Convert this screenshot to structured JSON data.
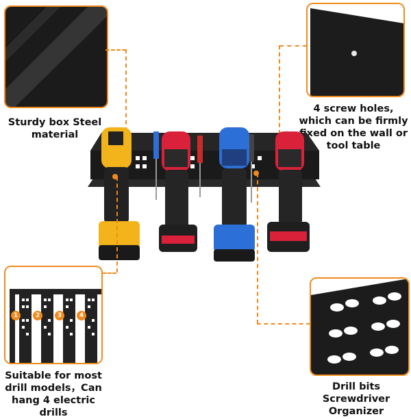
{
  "features": [
    {
      "caption": "Sturdy box Steel material",
      "icon": "steel-texture"
    },
    {
      "caption": "4 screw holes, which can be firmly fixed on the wall or tool table",
      "icon": "screw-hole"
    },
    {
      "caption": "Suitable for most drill models，Can hang 4 electric drills",
      "icon": "slot-panel"
    },
    {
      "caption": "Drill bits Screwdriver Organizer",
      "icon": "bit-holes"
    }
  ],
  "slot_numbers": [
    "1",
    "2",
    "3",
    "4"
  ],
  "colors": {
    "accent": "#f08a1c",
    "steel": "#1a1a1a",
    "drill_yellow": "#f2b31b",
    "drill_red": "#d9223a",
    "drill_blue": "#2c6fd6"
  }
}
